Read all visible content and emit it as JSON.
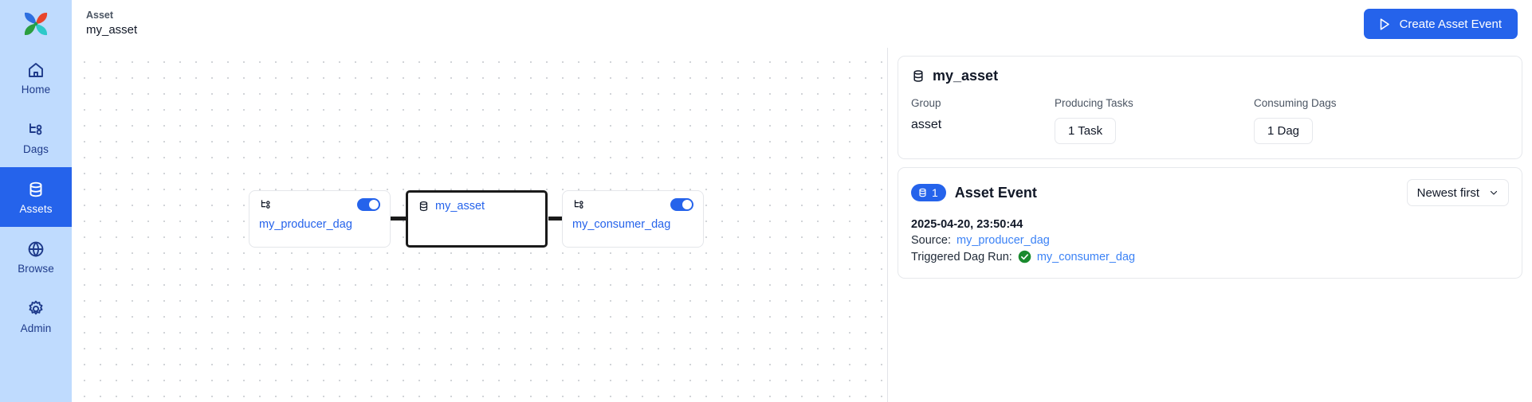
{
  "brand": {
    "logo_icon": "airflow-pinwheel-logo"
  },
  "sidebar": {
    "items": [
      {
        "label": "Home",
        "icon": "home-icon",
        "active": false
      },
      {
        "label": "Dags",
        "icon": "dag-tree-icon",
        "active": false
      },
      {
        "label": "Assets",
        "icon": "database-icon",
        "active": true
      },
      {
        "label": "Browse",
        "icon": "globe-icon",
        "active": false
      },
      {
        "label": "Admin",
        "icon": "gear-icon",
        "active": false
      }
    ]
  },
  "header": {
    "breadcrumb_kind": "Asset",
    "breadcrumb_name": "my_asset",
    "create_button_label": "Create Asset Event",
    "create_button_icon": "play-triangle-icon",
    "accent_color": "#2563eb"
  },
  "graph": {
    "nodes": [
      {
        "id": "producer",
        "type": "dag",
        "label": "my_producer_dag",
        "icon": "dag-tree-icon",
        "toggle_on": true
      },
      {
        "id": "asset",
        "type": "asset",
        "label": "my_asset",
        "icon": "database-icon",
        "selected": true
      },
      {
        "id": "consumer",
        "type": "dag",
        "label": "my_consumer_dag",
        "icon": "dag-tree-icon",
        "toggle_on": true
      }
    ]
  },
  "panel": {
    "asset_card": {
      "title": "my_asset",
      "title_icon": "database-icon",
      "stats": [
        {
          "label": "Group",
          "value": "asset",
          "is_chip": false
        },
        {
          "label": "Producing Tasks",
          "value": "1 Task",
          "is_chip": true
        },
        {
          "label": "Consuming Dags",
          "value": "1 Dag",
          "is_chip": true
        }
      ]
    },
    "events_card": {
      "badge_count": "1",
      "badge_icon": "database-icon",
      "title": "Asset Event",
      "sort_value": "Newest first",
      "sort_icon": "chevron-down-icon",
      "events": [
        {
          "timestamp": "2025-04-20, 23:50:44",
          "source_label": "Source:",
          "source_value": "my_producer_dag",
          "triggered_label": "Triggered Dag Run:",
          "triggered_state_icon": "success-check-icon",
          "triggered_state_color": "#1a8a2e",
          "triggered_value": "my_consumer_dag"
        }
      ]
    }
  }
}
